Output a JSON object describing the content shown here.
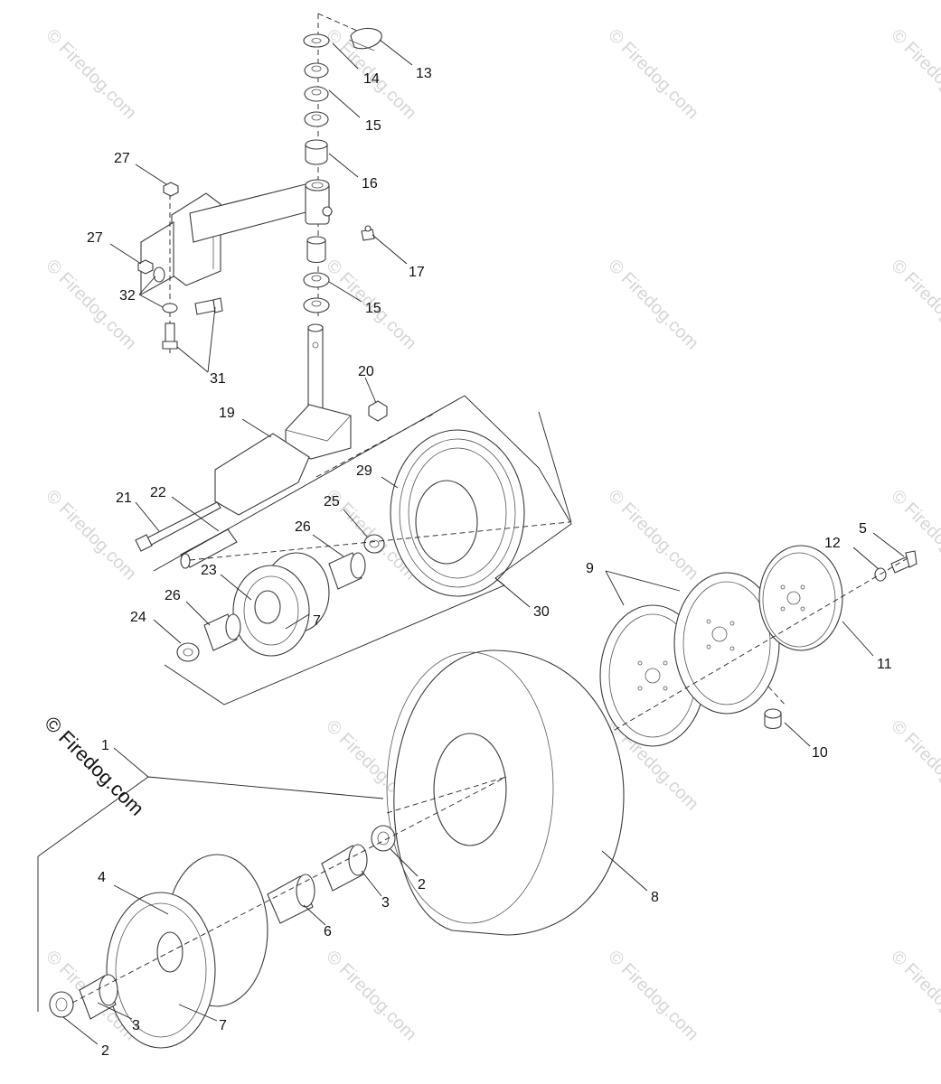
{
  "watermark": {
    "text": "© Firedog.com",
    "color": "#d6d6d6",
    "prominent_color": "#111111"
  },
  "callouts": {
    "c1": "1",
    "c2a": "2",
    "c2b": "2",
    "c3a": "3",
    "c3b": "3",
    "c4": "4",
    "c5": "5",
    "c6": "6",
    "c7a": "7",
    "c7b": "7",
    "c8": "8",
    "c9": "9",
    "c10": "10",
    "c11": "11",
    "c12": "12",
    "c13": "13",
    "c14": "14",
    "c15a": "15",
    "c15b": "15",
    "c16": "16",
    "c17": "17",
    "c19": "19",
    "c20": "20",
    "c21": "21",
    "c22": "22",
    "c23": "23",
    "c24": "24",
    "c25": "25",
    "c26a": "26",
    "c26b": "26",
    "c27a": "27",
    "c27b": "27",
    "c29": "29",
    "c30": "30",
    "c31": "31",
    "c32": "32"
  }
}
